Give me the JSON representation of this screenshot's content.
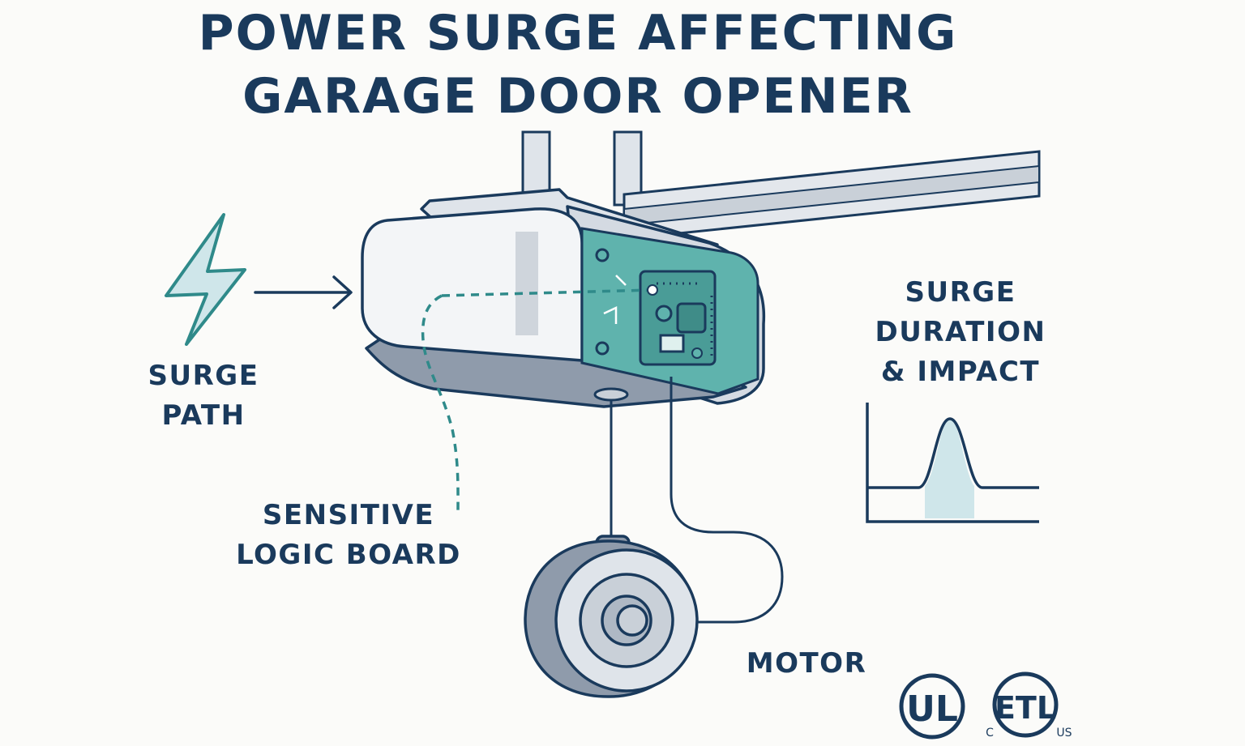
{
  "title": {
    "line1": "POWER SURGE AFFECTING",
    "line2": "GARAGE DOOR OPENER"
  },
  "labels": {
    "surge_path": [
      "SURGE",
      "PATH"
    ],
    "sensitive_logic_board": [
      "SENSITIVE",
      "LOGIC BOARD"
    ],
    "motor": "MOTOR",
    "surge_duration": [
      "SURGE",
      "DURATION",
      "& IMPACT"
    ]
  },
  "certification_marks": {
    "ul": "UL",
    "etl": "ETL",
    "etl_left_text": "C",
    "etl_right_text": "US"
  },
  "colors": {
    "navy": "#1a3a5c",
    "teal": "#2f8a8a",
    "board": "#5fb3ad",
    "gray": "#c9d0d8",
    "surge_fill": "#cfe6ea"
  },
  "icons": [
    "lightning-bolt-icon",
    "arrow-right-icon",
    "ul-mark-icon",
    "etl-mark-icon"
  ]
}
